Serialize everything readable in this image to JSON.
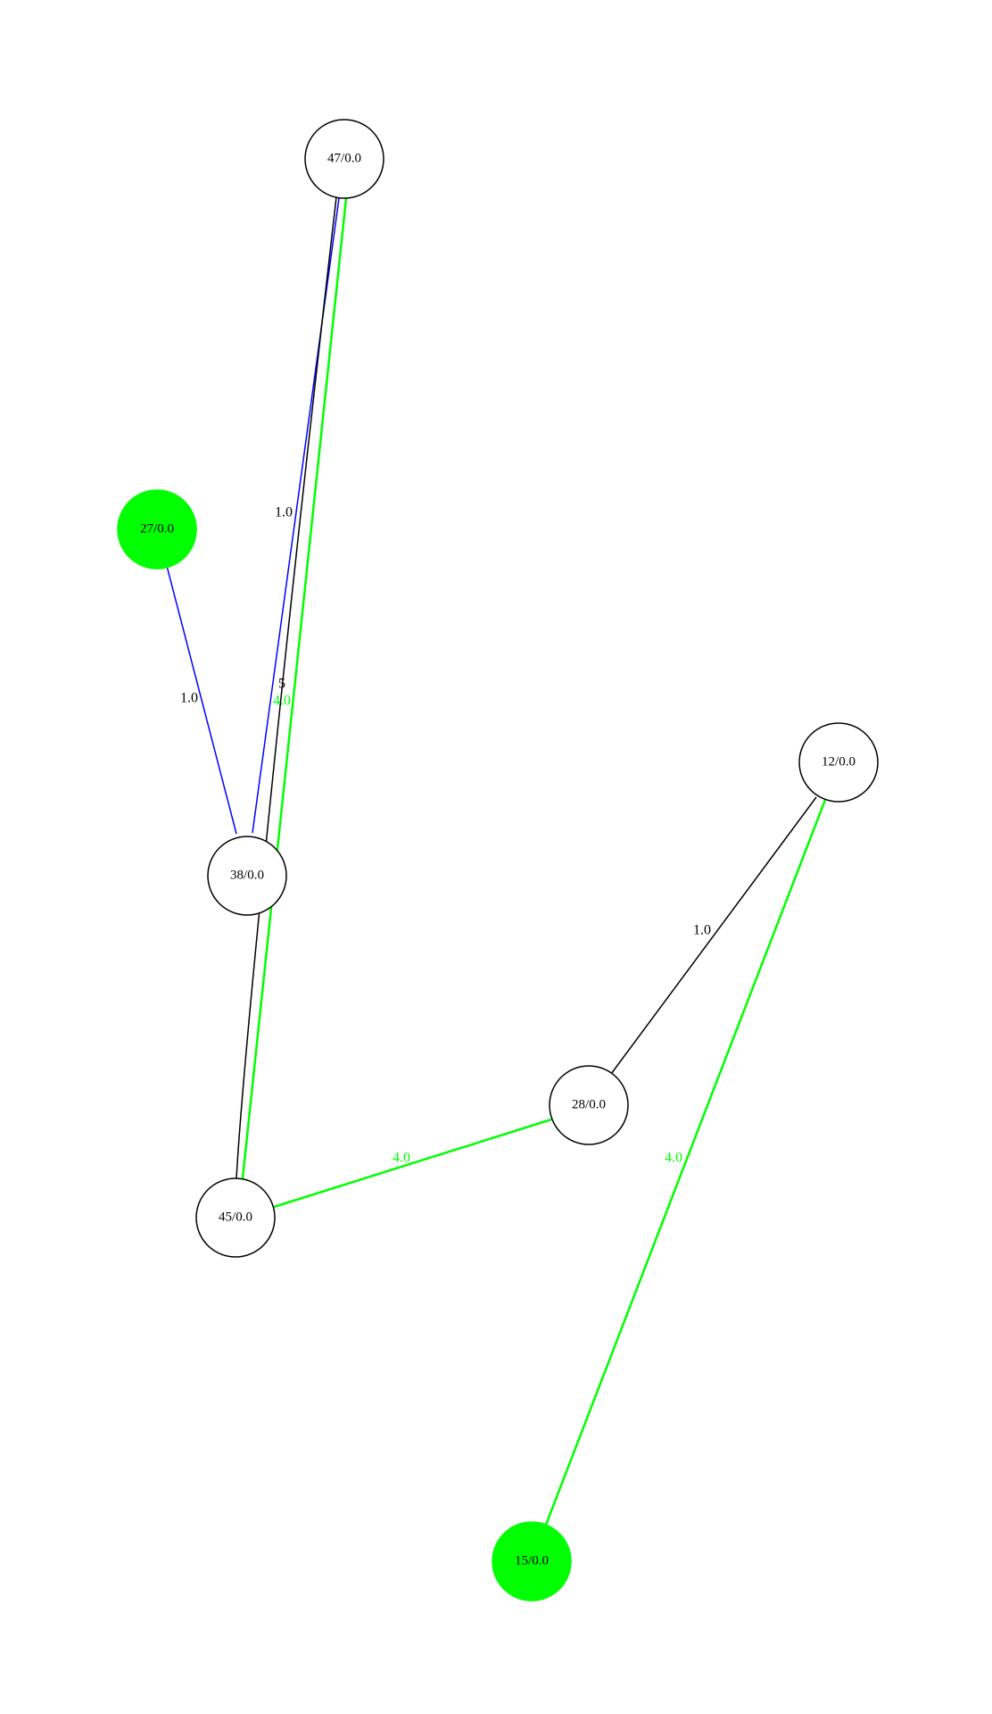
{
  "graph": {
    "nodes": [
      {
        "id": "n47",
        "label": "47/0.0",
        "fill": "#ffffff"
      },
      {
        "id": "n27",
        "label": "27/0.0",
        "fill": "#00ff00"
      },
      {
        "id": "n12",
        "label": "12/0.0",
        "fill": "#ffffff"
      },
      {
        "id": "n38",
        "label": "38/0.0",
        "fill": "#ffffff"
      },
      {
        "id": "n28",
        "label": "28/0.0",
        "fill": "#ffffff"
      },
      {
        "id": "n45",
        "label": "45/0.0",
        "fill": "#ffffff"
      },
      {
        "id": "n15",
        "label": "15/0.0",
        "fill": "#00ff00"
      }
    ],
    "edges": [
      {
        "from": "n27",
        "to": "n38",
        "label": "1.0",
        "color": "#0000ff"
      },
      {
        "from": "n38",
        "to": "n47",
        "label": "1.0",
        "color": "#0000ff"
      },
      {
        "from": "n45",
        "to": "n47",
        "label": "5",
        "color": "#000000"
      },
      {
        "from": "n45",
        "to": "n47",
        "label": "4.0",
        "color": "#00ff00"
      },
      {
        "from": "n12",
        "to": "n28",
        "label": "1.0",
        "color": "#000000"
      },
      {
        "from": "n28",
        "to": "n45",
        "label": "4.0",
        "color": "#00ff00"
      },
      {
        "from": "n12",
        "to": "n15",
        "label": "4.0",
        "color": "#00ff00"
      }
    ]
  }
}
